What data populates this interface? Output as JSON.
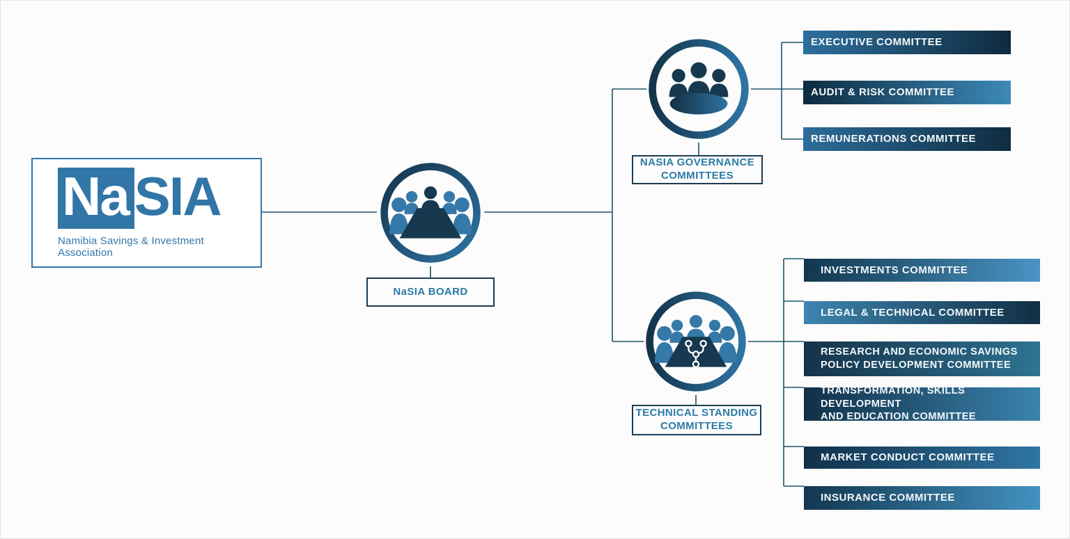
{
  "palette": {
    "brand_blue": "#3276A8",
    "dark_navy": "#12314A",
    "medium_blue": "#2E71A0",
    "light_blue": "#4A94C4",
    "label_teal": "#2A7BA6",
    "connector_line": "#1E5168"
  },
  "logo": {
    "word_boxed": "Na",
    "word_rest": "SIA",
    "tagline": "Namibia Savings & Investment Association"
  },
  "board": {
    "label": "NaSIA BOARD",
    "icon": "board-table-icon"
  },
  "governance": {
    "label": "NASIA GOVERNANCE\nCOMMITTEES",
    "icon": "governance-group-icon",
    "committees": [
      {
        "label": "EXECUTIVE COMMITTEE"
      },
      {
        "label": "AUDIT & RISK COMMITTEE"
      },
      {
        "label": "REMUNERATIONS COMMITTEE"
      }
    ]
  },
  "technical": {
    "label": "TECHNICAL STANDING\nCOMMITTEES",
    "icon": "technical-board-icon",
    "committees": [
      {
        "label": "INVESTMENTS COMMITTEE"
      },
      {
        "label": "LEGAL & TECHNICAL COMMITTEE"
      },
      {
        "label": "RESEARCH AND ECONOMIC SAVINGS\nPOLICY DEVELOPMENT COMMITTEE"
      },
      {
        "label": "TRANSFORMATION, SKILLS DEVELOPMENT\n AND EDUCATION COMMITTEE"
      },
      {
        "label": "MARKET CONDUCT COMMITTEE"
      },
      {
        "label": "INSURANCE COMMITTEE"
      }
    ]
  }
}
